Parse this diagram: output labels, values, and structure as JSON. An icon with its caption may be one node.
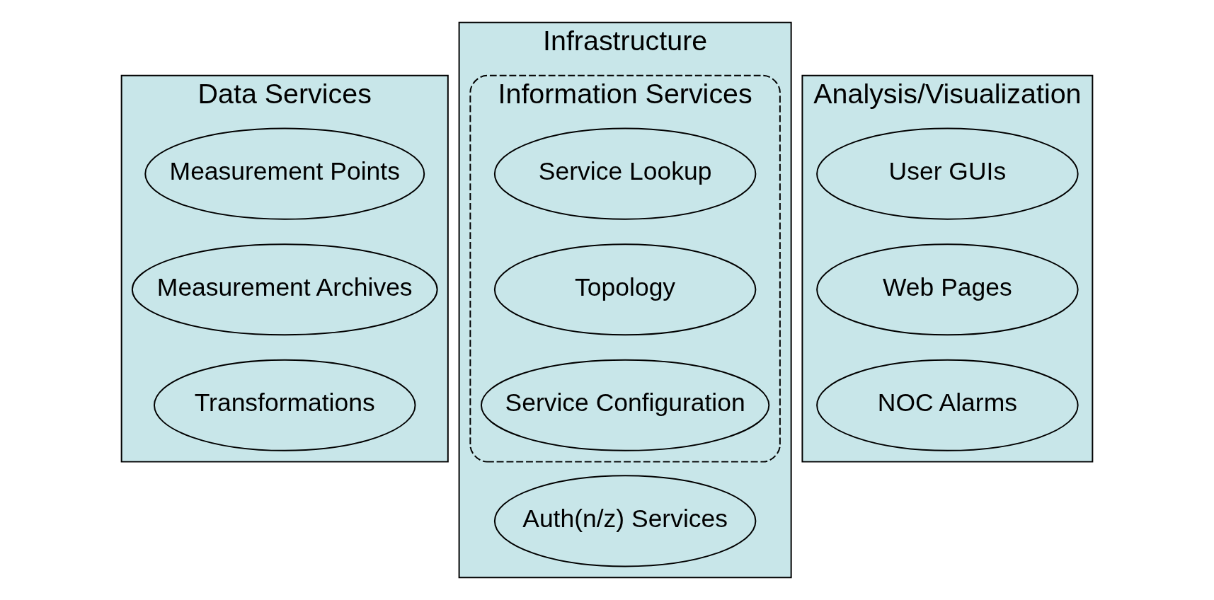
{
  "diagram": {
    "nodes": [
      {
        "text": [
          "Data Services"
        ]
      },
      {
        "text": [
          "Measurement Points"
        ],
        "in": 0
      },
      {
        "text": [
          "Measurement Archives"
        ],
        "in": 0
      },
      {
        "text": [
          "Transformations"
        ],
        "in": 0
      },
      {
        "text": [
          "Infrastructure"
        ]
      },
      {
        "text": [
          "Information Services"
        ],
        "in": 4
      },
      {
        "text": [
          "Service Lookup"
        ],
        "in": 5
      },
      {
        "text": [
          "Topology"
        ],
        "in": 5
      },
      {
        "text": [
          "Service Configuration"
        ],
        "in": 5
      },
      {
        "text": [
          "Auth(n/z) Services"
        ],
        "in": 4
      },
      {
        "text": [
          "Analysis/Visualization"
        ]
      },
      {
        "text": [
          "User GUIs"
        ],
        "in": 10
      },
      {
        "text": [
          "Web Pages"
        ],
        "in": 10
      },
      {
        "text": [
          "NOC Alarms"
        ],
        "in": 10
      }
    ],
    "edges": []
  }
}
